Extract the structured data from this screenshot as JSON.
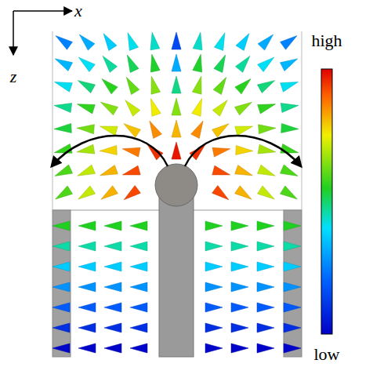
{
  "diagram": {
    "labels": [
      "x",
      "z",
      "high",
      "low"
    ]
  }
}
